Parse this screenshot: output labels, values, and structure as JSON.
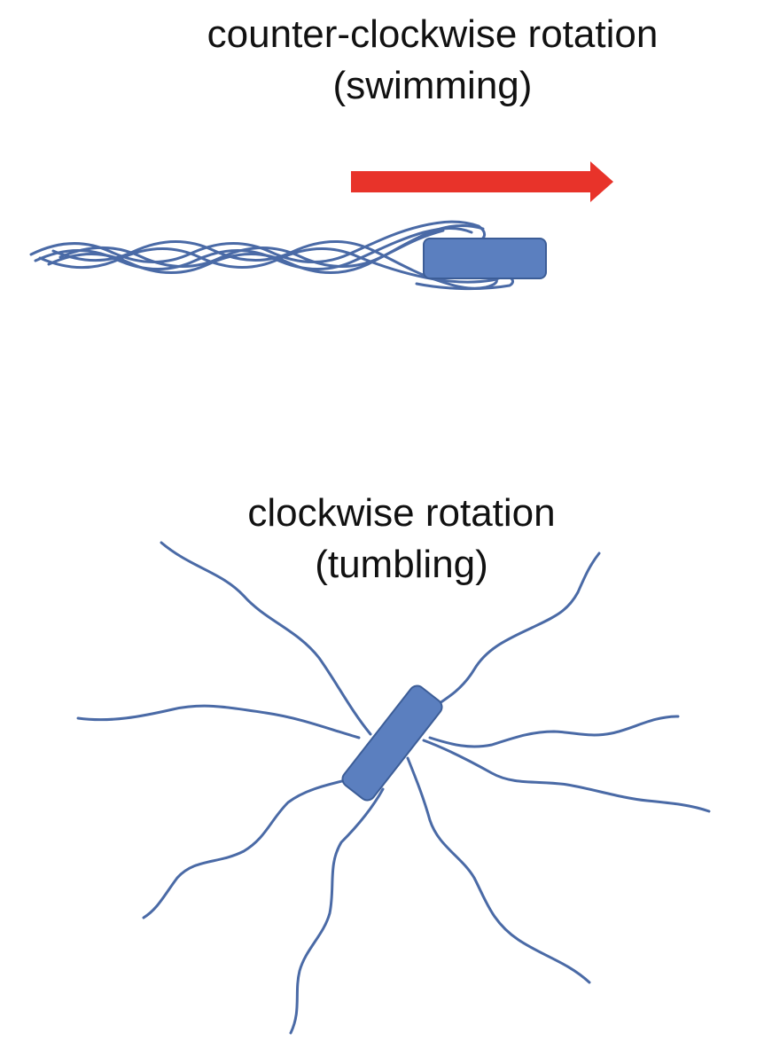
{
  "swimming": {
    "title": "counter-clockwise rotation",
    "subtitle": "(swimming)"
  },
  "tumbling": {
    "title": "clockwise rotation",
    "subtitle": "(tumbling)"
  },
  "colors": {
    "cell_fill": "#5b7fbf",
    "cell_stroke": "#3c5d97",
    "flagella": "#4a6aa6",
    "arrow": "#e8332a",
    "text": "#111111"
  }
}
